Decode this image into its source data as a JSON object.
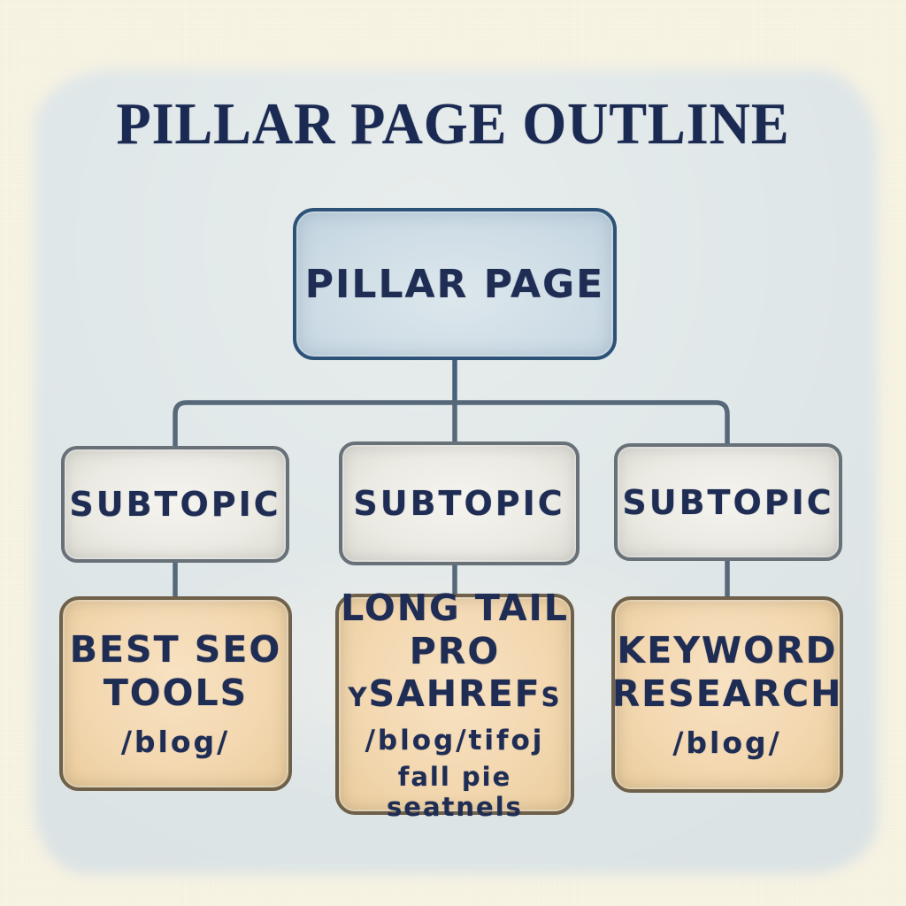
{
  "title": "PILLAR PAGE OUTLINE",
  "diagram": {
    "root": {
      "label": "PILLAR PAGE"
    },
    "subtopics": [
      {
        "label": "SUBTOPIC"
      },
      {
        "label": "SUBTOPIC"
      },
      {
        "label": "SUBTOPIC"
      }
    ],
    "pages": [
      {
        "line1": "BEST SEO",
        "line2": "TOOLS",
        "slug": "/blog/",
        "note": ""
      },
      {
        "line1": "LONG TAIL",
        "line2": "PRO ySAHREFs",
        "slug": "/blog/tifoj",
        "note": "fall pie seatnels"
      },
      {
        "line1": "KEYWORD",
        "line2": "RESEARCH",
        "slug": "/blog/",
        "note": ""
      }
    ]
  },
  "colors": {
    "paper_background": "#f8f4e4",
    "watercolor_wash": "#e1e8e9",
    "pillar_fill": "#cfdde6",
    "pillar_border": "#2d5278",
    "subtopic_fill": "#ebeae3",
    "subtopic_border": "#687078",
    "page_fill": "#f3d8b1",
    "page_border": "#6e6049",
    "text_navy": "#1f2d55",
    "connector": "#56687a"
  }
}
